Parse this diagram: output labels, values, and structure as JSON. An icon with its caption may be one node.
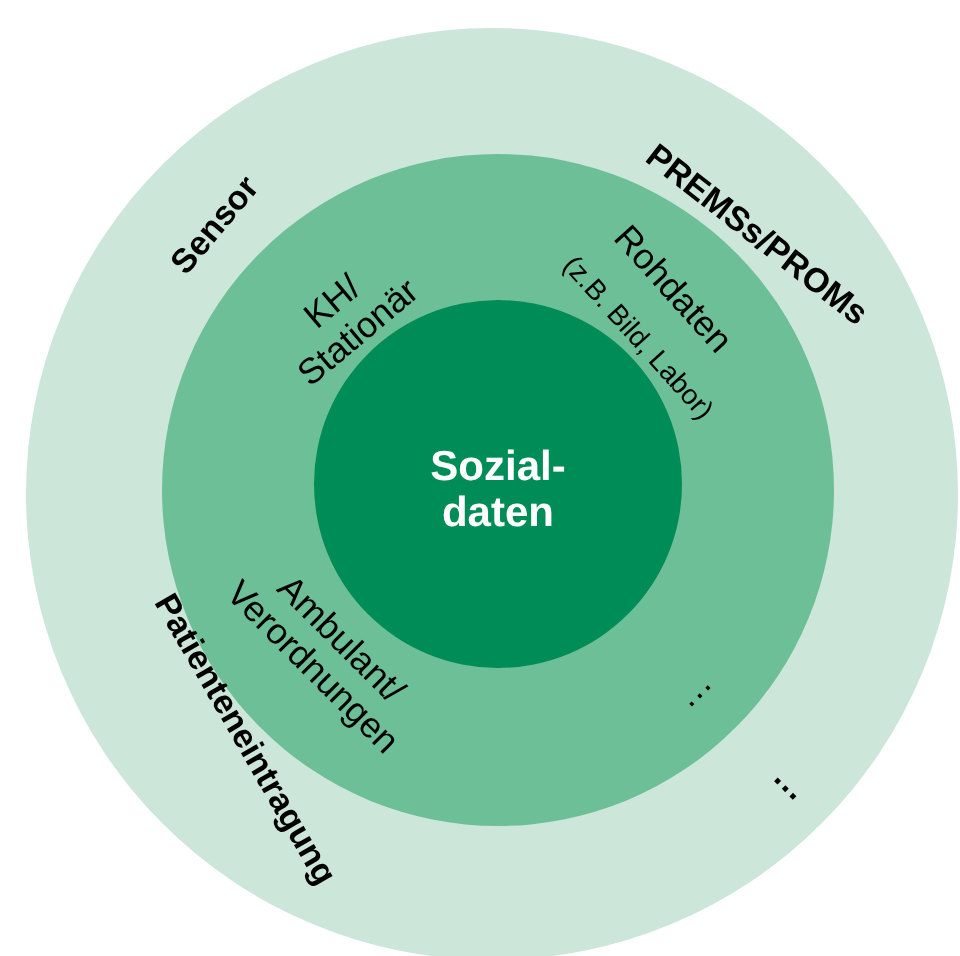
{
  "diagram": {
    "nodes": [
      {
        "text": [
          "Sensor",
          "PREMSs/PROMs",
          "Patienteneintragung",
          "…"
        ]
      },
      {
        "text": [
          "KH/ Stationär",
          "Rohdaten",
          "(z.B. Bild, Labor)",
          "Ambulant/ Verordnungen",
          "…"
        ],
        "in": 0
      },
      {
        "text": [
          "Sozial- daten"
        ],
        "in": 1
      }
    ]
  }
}
